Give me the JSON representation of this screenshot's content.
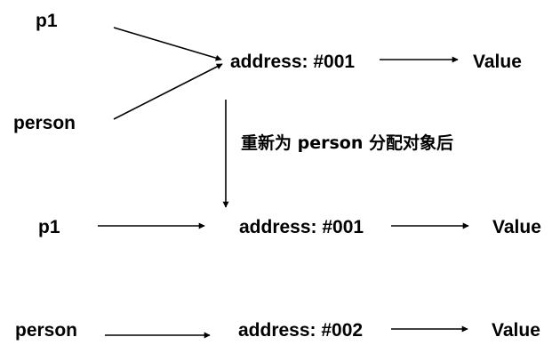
{
  "before": {
    "p1_label": "p1",
    "person_label": "person",
    "address": "address: #001",
    "value": "Value"
  },
  "transition": {
    "caption": "重新为 person 分配对象后"
  },
  "after": {
    "p1_label": "p1",
    "p1_address": "address: #001",
    "p1_value": "Value",
    "person_label": "person",
    "person_address": "address: #002",
    "person_value": "Value"
  }
}
